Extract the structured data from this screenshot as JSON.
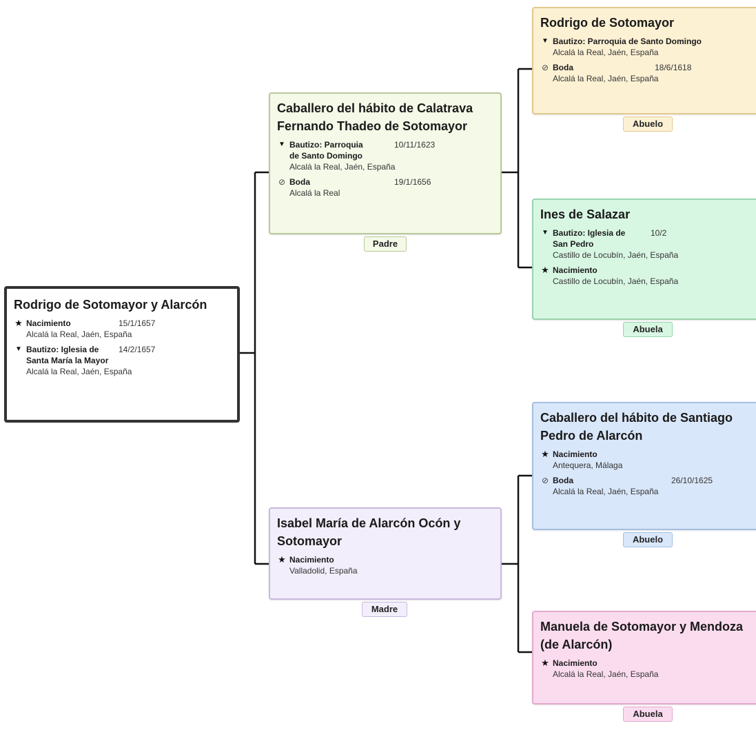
{
  "people": {
    "root": {
      "name": "Rodrigo de Sotomayor y Alarcón",
      "events": [
        {
          "icon": "star-icon",
          "label": "Nacimiento",
          "date": "15/1/1657",
          "place": "Alcalá la Real, Jaén, España"
        },
        {
          "icon": "baptism-icon",
          "label": "Bautizo: Iglesia de",
          "label2": "Santa María la",
          "label3": "Mayor",
          "date": "14/2/1657",
          "place": "Alcalá la Real, Jaén, España"
        }
      ]
    },
    "padre": {
      "name": "Caballero del hábito de Calatrava",
      "name2": "Fernando Thadeo de Sotomayor",
      "relation": "Padre",
      "events": [
        {
          "icon": "baptism-icon",
          "label": "Bautizo: Parroquia",
          "label2": "de Santo Domingo",
          "date": "10/11/1623",
          "place": "Alcalá la Real, Jaén, España"
        },
        {
          "icon": "rings-icon",
          "label": "Boda",
          "date": "19/1/1656",
          "place": "Alcalá la Real"
        }
      ]
    },
    "madre": {
      "name": "Isabel María de Alarcón Ocón y",
      "name2": "Sotomayor",
      "relation": "Madre",
      "events": [
        {
          "icon": "star-icon",
          "label": "Nacimiento",
          "place": "Valladolid, España"
        }
      ]
    },
    "abuelo_paterno": {
      "name": "Rodrigo de Sotomayor",
      "relation": "Abuelo",
      "events": [
        {
          "icon": "baptism-icon",
          "label": "Bautizo: Parroquia de Santo Domingo",
          "place": "Alcalá la Real, Jaén, España"
        },
        {
          "icon": "rings-icon",
          "label": "Boda",
          "date": "18/6/1618",
          "place": "Alcalá la Real, Jaén, España"
        }
      ]
    },
    "abuela_paterna": {
      "name": "Ines de Salazar",
      "relation": "Abuela",
      "events": [
        {
          "icon": "baptism-icon",
          "label": "Bautizo: Iglesia de",
          "label2": "San Pedro",
          "date": "10/2",
          "place": "Castillo de Locubín, Jaén, España"
        },
        {
          "icon": "star-icon",
          "label": "Nacimiento",
          "place": "Castillo de Locubín, Jaén, España"
        }
      ]
    },
    "abuelo_materno": {
      "name": "Caballero del hábito de Santiago",
      "name2": "Pedro de Alarcón",
      "relation": "Abuelo",
      "events": [
        {
          "icon": "star-icon",
          "label": "Nacimiento",
          "place": "Antequera, Málaga"
        },
        {
          "icon": "rings-icon",
          "label": "Boda",
          "date": "26/10/1625",
          "place": "Alcalá la Real, Jaén, España"
        }
      ]
    },
    "abuela_materna": {
      "name": "Manuela de Sotomayor y Mendoza",
      "name2": "(de Alarcón)",
      "relation": "Abuela",
      "events": [
        {
          "icon": "star-icon",
          "label": "Nacimiento",
          "place": "Alcalá la Real, Jaén, España"
        }
      ]
    }
  },
  "icons": {
    "star": "★",
    "baptism": "▼",
    "rings": "⊘"
  },
  "colors": {
    "padre": "#f4f9e8",
    "madre": "#f3eefb",
    "abuelo_paterno": "#fdf1d4",
    "abuela_paterna": "#d8f7e3",
    "abuelo_materno": "#d9e7fa",
    "abuela_materna": "#fbdcef",
    "connector": "#111111"
  }
}
